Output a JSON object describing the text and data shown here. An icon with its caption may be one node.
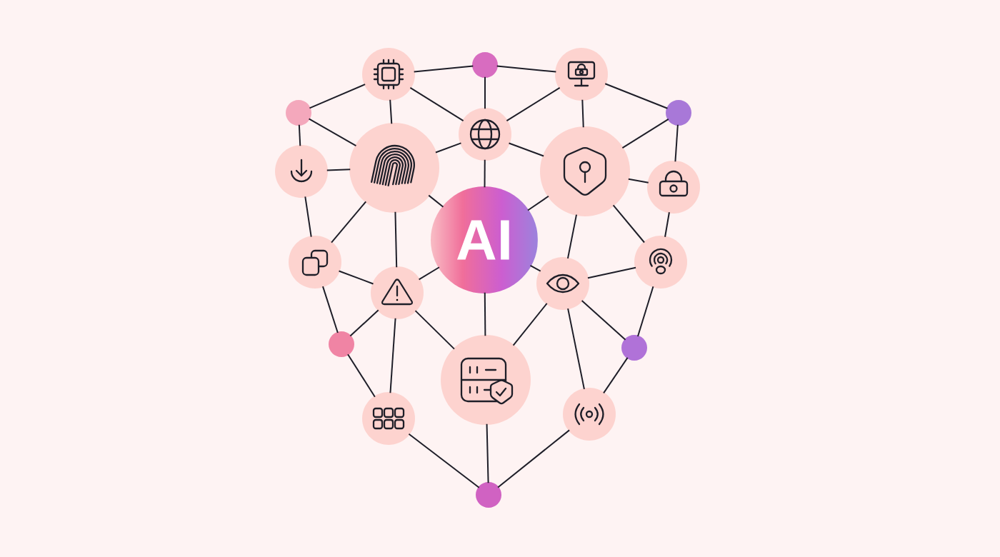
{
  "diagram": {
    "nodes": [
      {
        "text": [
          "AI"
        ]
      },
      {
        "text": [],
        "shape": "picture"
      },
      {
        "text": [],
        "shape": "circle"
      },
      {
        "text": [],
        "shape": "picture"
      },
      {
        "text": [],
        "shape": "circle"
      },
      {
        "text": [],
        "shape": "circle"
      },
      {
        "text": [],
        "shape": "picture"
      },
      {
        "text": [],
        "shape": "picture"
      },
      {
        "text": [],
        "shape": "picture"
      },
      {
        "text": [],
        "shape": "picture"
      },
      {
        "text": [],
        "shape": "picture"
      },
      {
        "text": [],
        "shape": "picture"
      },
      {
        "text": [],
        "shape": "picture"
      },
      {
        "text": [],
        "shape": "picture"
      },
      {
        "text": [],
        "shape": "picture"
      },
      {
        "text": [],
        "shape": "circle"
      },
      {
        "text": [],
        "shape": "circle"
      },
      {
        "text": [],
        "shape": "picture"
      },
      {
        "text": [],
        "shape": "picture"
      },
      {
        "text": [],
        "shape": "picture"
      },
      {
        "text": [],
        "shape": "circle"
      }
    ],
    "edges": [
      {
        "from": 1,
        "to": 2,
        "arrow": "none"
      },
      {
        "from": 2,
        "to": 3,
        "arrow": "none"
      },
      {
        "from": 1,
        "to": 4,
        "arrow": "none"
      },
      {
        "from": 1,
        "to": 7,
        "arrow": "none"
      },
      {
        "from": 1,
        "to": 6,
        "arrow": "none"
      },
      {
        "from": 2,
        "to": 6,
        "arrow": "none"
      },
      {
        "from": 3,
        "to": 6,
        "arrow": "none"
      },
      {
        "from": 3,
        "to": 8,
        "arrow": "none"
      },
      {
        "from": 3,
        "to": 5,
        "arrow": "none"
      },
      {
        "from": 4,
        "to": 9,
        "arrow": "none"
      },
      {
        "from": 4,
        "to": 7,
        "arrow": "none"
      },
      {
        "from": 9,
        "to": 7,
        "arrow": "none"
      },
      {
        "from": 7,
        "to": 6,
        "arrow": "none"
      },
      {
        "from": 6,
        "to": 0,
        "arrow": "none"
      },
      {
        "from": 6,
        "to": 8,
        "arrow": "none"
      },
      {
        "from": 5,
        "to": 8,
        "arrow": "none"
      },
      {
        "from": 5,
        "to": 10,
        "arrow": "none"
      },
      {
        "from": 8,
        "to": 10,
        "arrow": "none"
      },
      {
        "from": 7,
        "to": 0,
        "arrow": "none"
      },
      {
        "from": 9,
        "to": 11,
        "arrow": "none"
      },
      {
        "from": 7,
        "to": 11,
        "arrow": "none"
      },
      {
        "from": 7,
        "to": 12,
        "arrow": "none"
      },
      {
        "from": 0,
        "to": 8,
        "arrow": "none"
      },
      {
        "from": 8,
        "to": 13,
        "arrow": "none"
      },
      {
        "from": 8,
        "to": 14,
        "arrow": "none"
      },
      {
        "from": 10,
        "to": 14,
        "arrow": "none"
      },
      {
        "from": 11,
        "to": 12,
        "arrow": "none"
      },
      {
        "from": 11,
        "to": 15,
        "arrow": "none"
      },
      {
        "from": 12,
        "to": 0,
        "arrow": "none"
      },
      {
        "from": 12,
        "to": 15,
        "arrow": "none"
      },
      {
        "from": 12,
        "to": 17,
        "arrow": "none"
      },
      {
        "from": 12,
        "to": 18,
        "arrow": "none"
      },
      {
        "from": 15,
        "to": 18,
        "arrow": "none"
      },
      {
        "from": 0,
        "to": 13,
        "arrow": "none"
      },
      {
        "from": 0,
        "to": 17,
        "arrow": "none"
      },
      {
        "from": 13,
        "to": 14,
        "arrow": "none"
      },
      {
        "from": 13,
        "to": 17,
        "arrow": "none"
      },
      {
        "from": 13,
        "to": 16,
        "arrow": "none"
      },
      {
        "from": 13,
        "to": 19,
        "arrow": "none"
      },
      {
        "from": 14,
        "to": 16,
        "arrow": "none"
      },
      {
        "from": 16,
        "to": 19,
        "arrow": "none"
      },
      {
        "from": 17,
        "to": 20,
        "arrow": "none"
      },
      {
        "from": 18,
        "to": 20,
        "arrow": "none"
      },
      {
        "from": 19,
        "to": 20,
        "arrow": "none"
      }
    ]
  }
}
